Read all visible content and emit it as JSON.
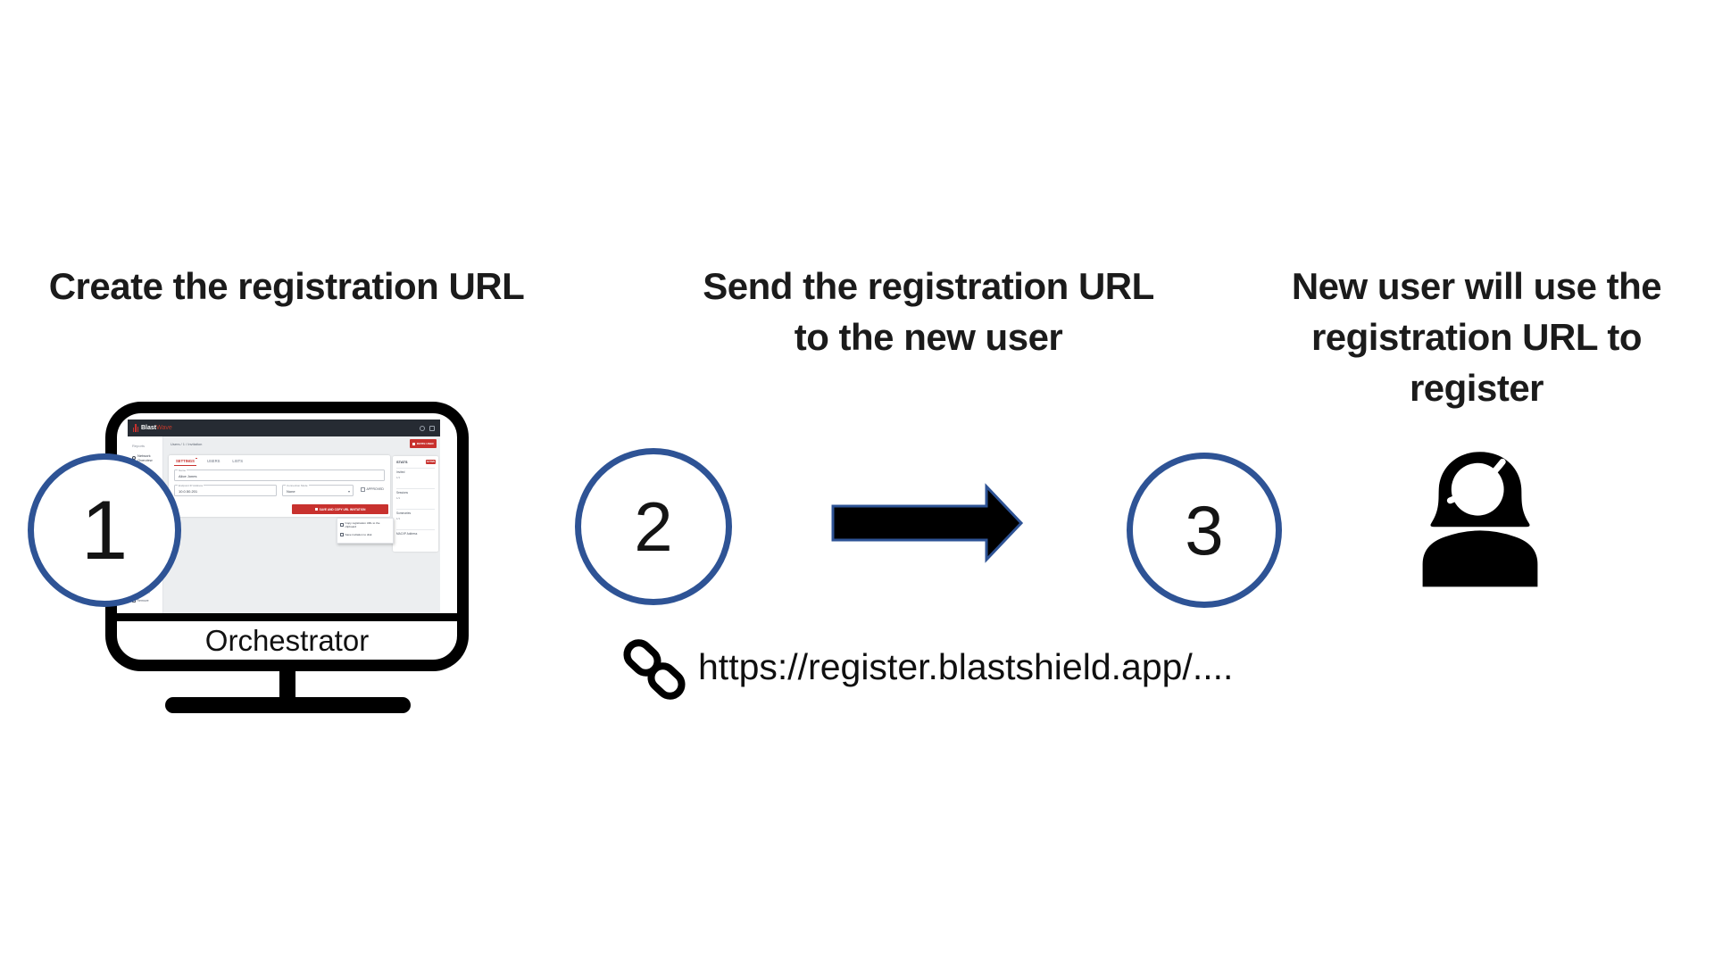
{
  "steps": [
    {
      "number": "1",
      "lines": [
        "Create the registration URL"
      ]
    },
    {
      "number": "2",
      "lines": [
        "Send the registration URL",
        "to the new user"
      ]
    },
    {
      "number": "3",
      "lines": [
        "New user will use the",
        "registration URL to",
        "register"
      ]
    }
  ],
  "monitor": {
    "label": "Orchestrator"
  },
  "link": {
    "url": "https://register.blastshield.app/...."
  },
  "app": {
    "brand_blast": "Blast",
    "brand_wave": "Wave",
    "breadcrumb": "Users  /  1  /  Invitation",
    "sidebar_section": "Reports",
    "sidebar_item": "Network Overview",
    "sidebar_footer_1": "Invitation",
    "sidebar_footer_2": "Remove",
    "invite_button": "INVITE USER",
    "tab_1": "SETTINGS",
    "tab_2": "USERS",
    "tab_3": "LISTS",
    "field_name_label": "Name",
    "field_name_value": "Alice Jones",
    "field_ip_label": "Endpoint IP Address",
    "field_ip_value": "10.0.50.201",
    "field_mode_label": "Connection Mode",
    "field_mode_value": "None",
    "field_mode_caret": "▾",
    "checkbox_label": "APPROVED",
    "action_button": "SAVE AND COPY URL INVITATION",
    "menu_item_1": "Copy registration URL to the clipboard",
    "menu_item_2": "Save invitation to disk",
    "stats_title": "STATS",
    "stats_badge": "ACTIVE",
    "stats_rows": [
      [
        "Invited",
        "1/1"
      ],
      [
        "Sessions",
        "1/1"
      ],
      [
        "Summaries",
        "1/1"
      ],
      [
        "MAC/IP Address",
        ""
      ]
    ]
  },
  "colors": {
    "accent_blue": "#2E5395",
    "accent_red": "#C8312E",
    "navbar_dark": "#262B33"
  }
}
